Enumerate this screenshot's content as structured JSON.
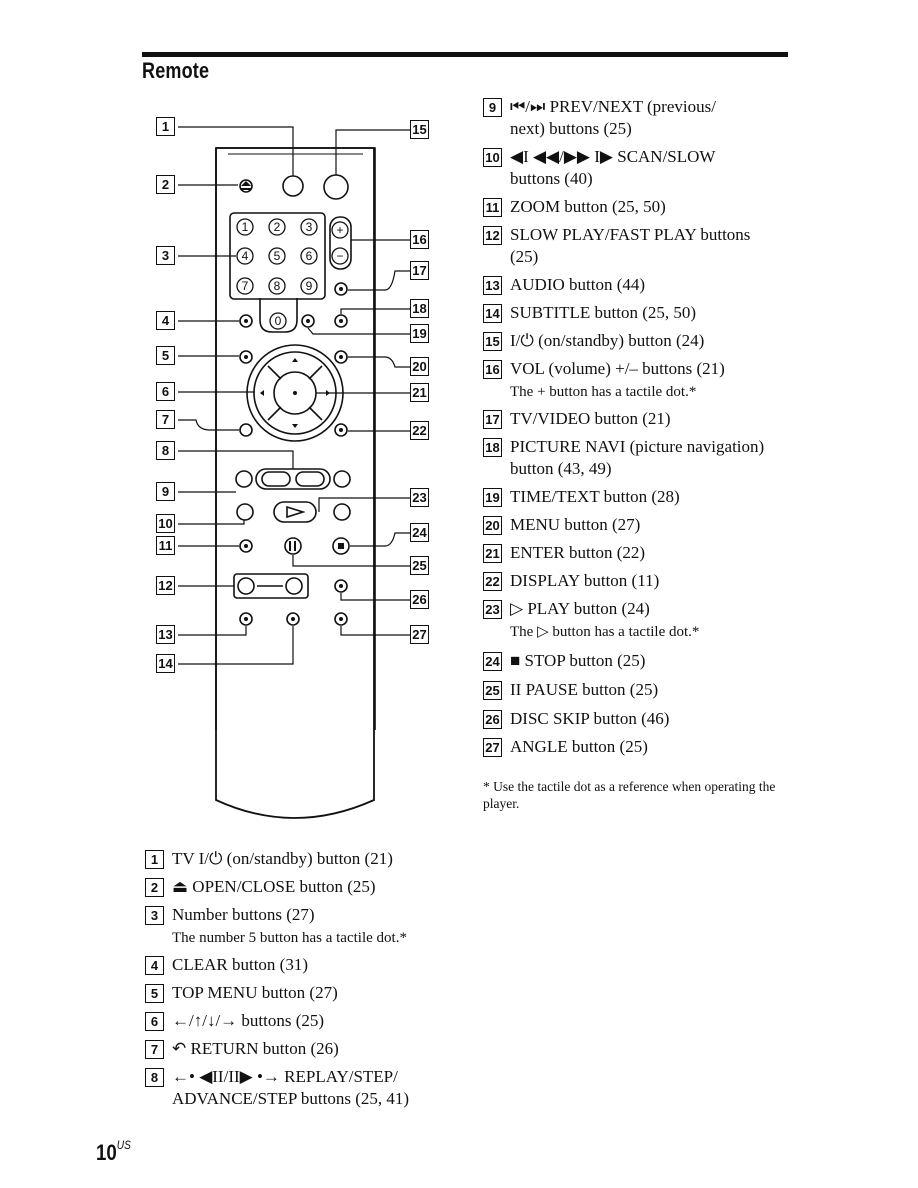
{
  "page": {
    "section_title": "Remote",
    "folio_number": "10",
    "folio_suffix": "US",
    "footnote": "* Use the tactile dot as a reference when operating the player."
  },
  "callouts": {
    "left": [
      "1",
      "2",
      "3",
      "4",
      "5",
      "6",
      "7",
      "8",
      "9",
      "10",
      "11",
      "12",
      "13",
      "14"
    ],
    "right": [
      "15",
      "16",
      "17",
      "18",
      "19",
      "20",
      "21",
      "22",
      "23",
      "24",
      "25",
      "26",
      "27"
    ]
  },
  "remote_keys": {
    "digits": [
      "1",
      "2",
      "3",
      "4",
      "5",
      "6",
      "7",
      "8",
      "9",
      "0"
    ],
    "vol_plus": "+",
    "vol_minus": "−",
    "slow_fast_sep": "—"
  },
  "left_list": [
    {
      "num": "1",
      "text": "TV I/⏻ (on/standby) button (21)"
    },
    {
      "num": "2",
      "text": "⏏ OPEN/CLOSE button (25)"
    },
    {
      "num": "3",
      "text": "Number buttons (27)",
      "note": "The number 5 button has a tactile dot.*"
    },
    {
      "num": "4",
      "text": "CLEAR button (31)"
    },
    {
      "num": "5",
      "text": "TOP MENU button (27)"
    },
    {
      "num": "6",
      "text": "←/↑/↓/→ buttons (25)"
    },
    {
      "num": "7",
      "text": "↶ RETURN button (26)"
    },
    {
      "num": "8",
      "text": "←• ◀II/II▶ •→ REPLAY/STEP/",
      "text2": "ADVANCE/STEP buttons (25, 41)"
    }
  ],
  "right_list": [
    {
      "num": "9",
      "text": "⏮/⏭ PREV/NEXT (previous/",
      "text2": "next) buttons (25)"
    },
    {
      "num": "10",
      "text": "◀I ◀◀/▶▶ I▶ SCAN/SLOW",
      "text2": "buttons (40)"
    },
    {
      "num": "11",
      "text": "ZOOM button (25, 50)"
    },
    {
      "num": "12",
      "text": "SLOW PLAY/FAST PLAY buttons",
      "text2": "(25)"
    },
    {
      "num": "13",
      "text": "AUDIO button (44)"
    },
    {
      "num": "14",
      "text": "SUBTITLE button (25, 50)"
    },
    {
      "num": "15",
      "text": "I/⏻ (on/standby) button (24)"
    },
    {
      "num": "16",
      "text": "VOL (volume) +/– buttons (21)",
      "note": "The + button has a tactile dot.*"
    },
    {
      "num": "17",
      "text": "TV/VIDEO button (21)"
    },
    {
      "num": "18",
      "text": "PICTURE NAVI (picture navigation)",
      "text2": "button (43, 49)"
    },
    {
      "num": "19",
      "text": "TIME/TEXT button (28)"
    },
    {
      "num": "20",
      "text": "MENU button (27)"
    },
    {
      "num": "21",
      "text": "ENTER button (22)"
    },
    {
      "num": "22",
      "text": "DISPLAY button (11)"
    },
    {
      "num": "23",
      "text": "▷ PLAY button (24)",
      "note": "The ▷ button has a tactile dot.*"
    },
    {
      "num": "24",
      "text": "■ STOP button (25)"
    },
    {
      "num": "25",
      "text": "II PAUSE button (25)"
    },
    {
      "num": "26",
      "text": "DISC SKIP button (46)"
    },
    {
      "num": "27",
      "text": "ANGLE button (25)"
    }
  ]
}
